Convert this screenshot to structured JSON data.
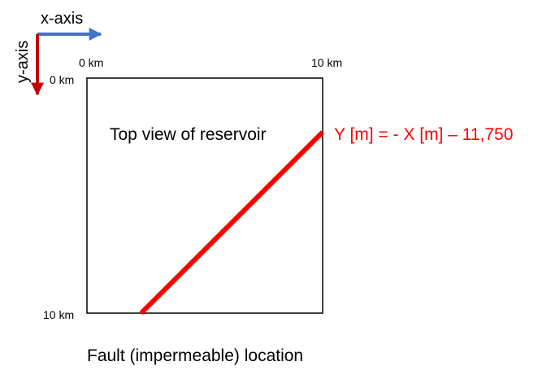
{
  "axes": {
    "x_label": "x-axis",
    "y_label": "y-axis",
    "x_color": "#4472c4",
    "y_color": "#c00000"
  },
  "box": {
    "tick_x_start": "0 km",
    "tick_x_end": "10 km",
    "tick_y_start": "0 km",
    "tick_y_end": "10 km",
    "inner_label": "Top view of reservoir"
  },
  "fault": {
    "equation": "Y [m] = - X [m] – 11,750",
    "color": "#ff0000",
    "from_km": [
      2.3,
      10
    ],
    "to_km": [
      10,
      2.3
    ]
  },
  "caption": "Fault (impermeable) location"
}
